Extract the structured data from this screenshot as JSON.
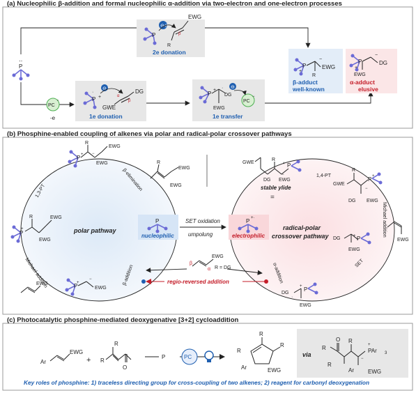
{
  "panel_a": {
    "header": "(a) Nucleophilic β-addition and formal nucleophilic α-addition via two-electron and one-electron processes",
    "two_e_label": "2e donation",
    "one_e_label": "1e donation",
    "one_e_transfer_label": "1e transfer",
    "minus_e": "-e",
    "pc_plus": "PC",
    "pc_minus": "PC",
    "beta_title": "β-adduct",
    "beta_subtitle": "well-known",
    "alpha_title": "α-adduct",
    "alpha_subtitle": "elusive",
    "ewg": "EWG",
    "dg": "DG",
    "gwe": "GWE",
    "r": "R",
    "p": "P",
    "alpha_sym": "α",
    "beta_sym": "β"
  },
  "panel_b": {
    "header": "(b) Phosphine-enabled coupling of alkenes via polar and radical-polar crossover pathways",
    "polar_label": "polar pathway",
    "radical_label": "radical-polar crossover pathway",
    "nucleophilic": "nucleophilic",
    "electrophilic": "electrophilic",
    "set_oxidation": "SET oxidation",
    "umpolung": "umpolung",
    "regio_reversed": "regio-reversed addition",
    "r_eq_dg": "R = DG",
    "pt13": "1,3-PT",
    "pt14": "1,4-PT",
    "beta_elim": "β-elimination",
    "beta_add": "β-addition",
    "alpha_add": "α-addition",
    "michael_add": "Michael addition",
    "michael_add_r": "Michael addition",
    "set": "SET",
    "stable_ylide": "stable ylide",
    "equals": "=",
    "ewg": "EWG",
    "dg": "DG",
    "gwe": "GWE",
    "r": "R",
    "p": "P",
    "alpha_sym": "α",
    "beta_sym": "β"
  },
  "panel_c": {
    "header": "(c) Photocatalytic phosphine-mediated deoxygenative [3+2] cycloaddition",
    "ar": "Ar",
    "ewg": "EWG",
    "plus": "+",
    "r1": "R",
    "r2": "R",
    "r3": "R",
    "pii": "P",
    "pc": "PC",
    "via": "via",
    "par3": "PAr",
    "key_roles": "Key roles of phosphine: 1) traceless directing group for cross-coupling of two alkenes; 2) reagent for carbonyl deoxygenation"
  },
  "colors": {
    "blue": "#1f5fb0",
    "red": "#c41e2a",
    "green_pc": "#4caf50",
    "blue_bg": "#e3edf8",
    "pink_bg": "#fbe6e7",
    "gray_bg": "#e7e7e7",
    "p_bond": "#6b6bd6"
  }
}
